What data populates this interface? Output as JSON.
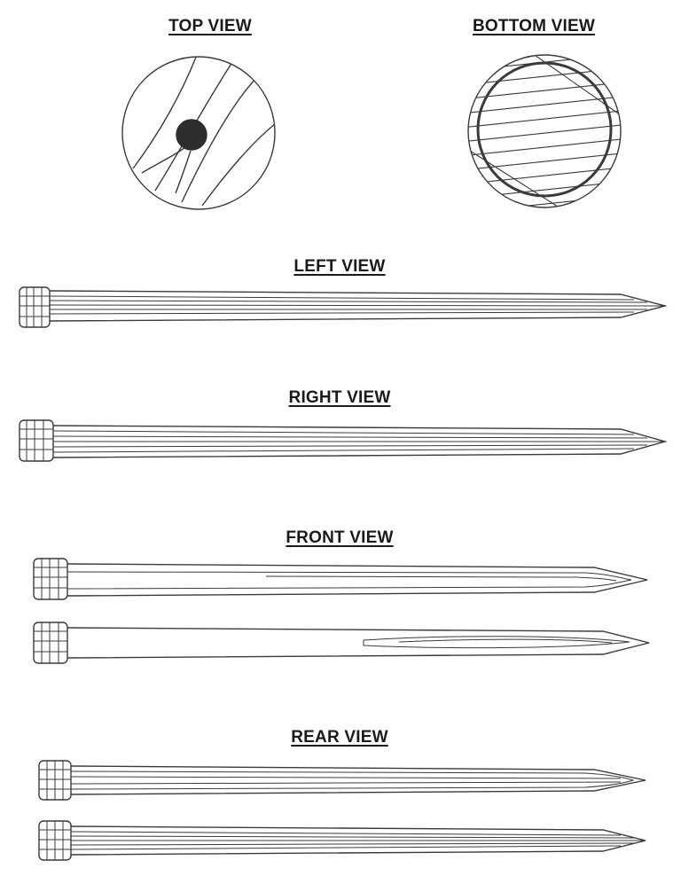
{
  "views": {
    "top": {
      "label": "TOP VIEW"
    },
    "bottom": {
      "label": "BOTTOM VIEW"
    },
    "left": {
      "label": "LEFT VIEW"
    },
    "right": {
      "label": "RIGHT VIEW"
    },
    "front": {
      "label": "FRONT VIEW"
    },
    "rear": {
      "label": "REAR VIEW"
    }
  },
  "colors": {
    "ink": "#3a3a3a",
    "fill": "#2e2e2e",
    "paper": "#ffffff"
  }
}
